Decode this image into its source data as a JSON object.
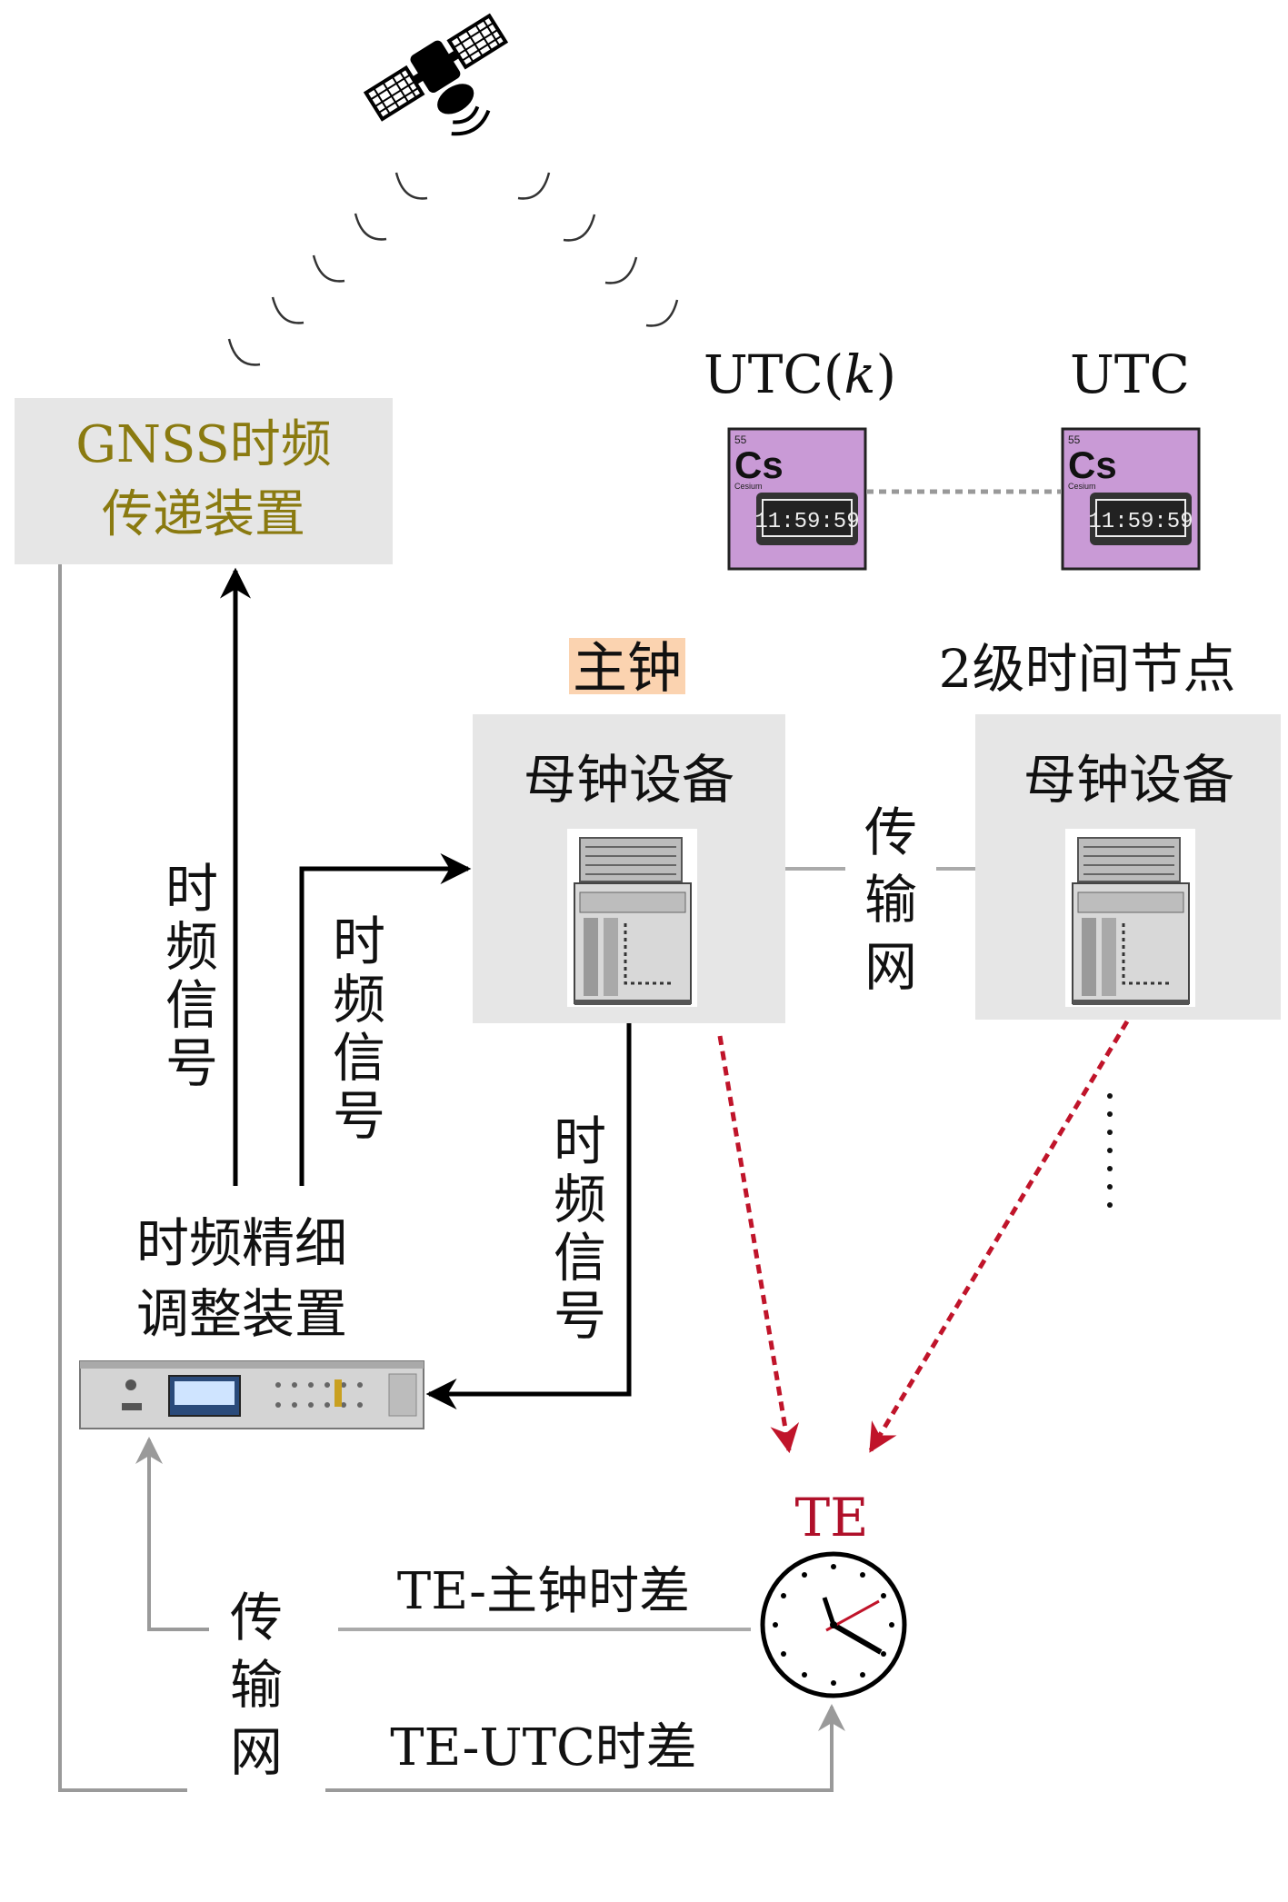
{
  "gnss": {
    "line1": "GNSS时频",
    "line2": "传递装置"
  },
  "utc_k": {
    "label_pre": "UTC(",
    "label_k": "k",
    "label_post": ")",
    "element": "Cs",
    "number": "55",
    "name": "Cesium",
    "time": "11:59:59"
  },
  "utc": {
    "label": "UTC",
    "element": "Cs",
    "number": "55",
    "name": "Cesium",
    "time": "11:59:59"
  },
  "master_title": "主钟",
  "level2_title": "2级时间节点",
  "master_device": "母钟设备",
  "level2_device": "母钟设备",
  "transport_mid": [
    "传",
    "输",
    "网"
  ],
  "signal_left": [
    "时",
    "频",
    "信",
    "号"
  ],
  "signal_mid": [
    "时",
    "频",
    "信",
    "号"
  ],
  "signal_right": [
    "时",
    "频",
    "信",
    "号"
  ],
  "fine_tune": {
    "line1": "时频精细",
    "line2": "调整装置"
  },
  "transport_bottom": [
    "传",
    "输",
    "网"
  ],
  "te_label": "TE",
  "te_master_diff": "TE-主钟时差",
  "te_utc_diff": "TE-UTC时差",
  "colors": {
    "box_gray": "#e6e6e6",
    "gnss_text": "#8a7a10",
    "master_highlight": "#fbd3b0",
    "te_red": "#b0102a",
    "red_dashed": "#c0142a",
    "cs_purple": "#c99ad6",
    "gray_line": "#9a9a9a"
  }
}
